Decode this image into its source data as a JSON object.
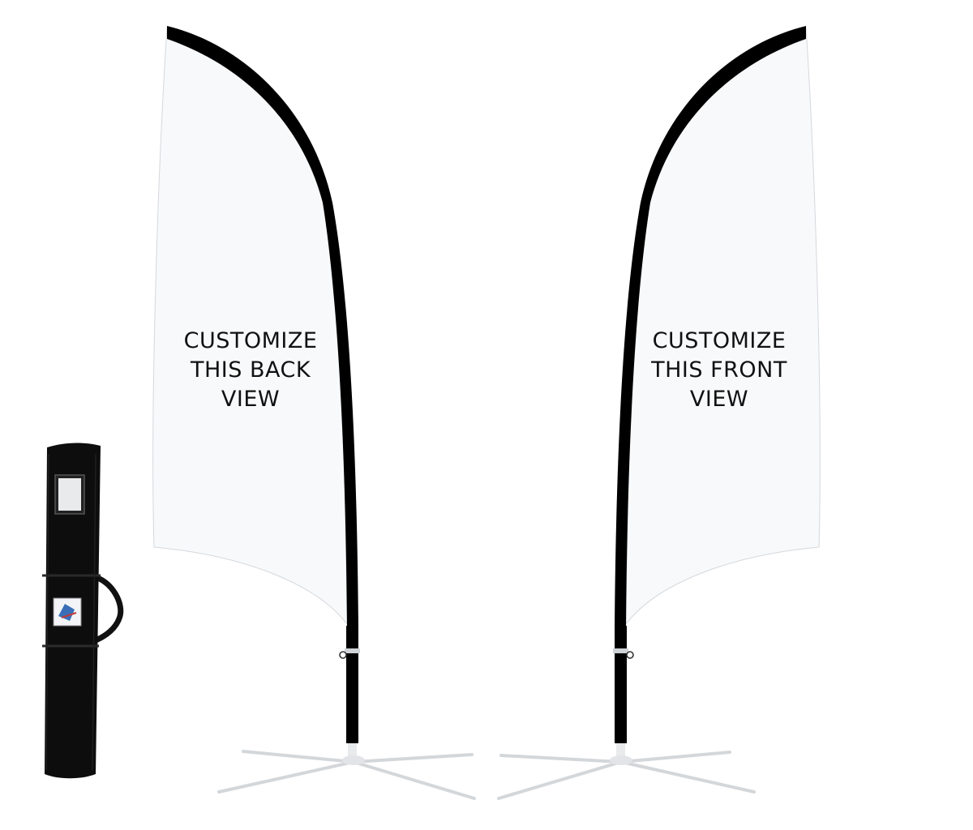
{
  "flags": [
    {
      "id": "back",
      "label_lines": [
        "CUSTOMIZE",
        "THIS BACK",
        "VIEW"
      ]
    },
    {
      "id": "front",
      "label_lines": [
        "CUSTOMIZE",
        "THIS FRONT",
        "VIEW"
      ]
    }
  ],
  "colors": {
    "flag_fabric": "#f8f9fb",
    "pole": "#000000",
    "base": "#d9dcdf",
    "bag": "#0d0d0d"
  },
  "icons": {
    "carry_bag": "carry-bag-icon",
    "bag_logo": "logo-icon",
    "cross_base": "cross-base-icon"
  }
}
